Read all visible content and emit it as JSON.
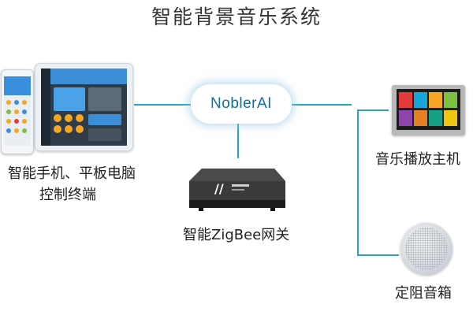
{
  "title": "智能背景音乐系统",
  "hub": {
    "label": "NoblerAI"
  },
  "nodes": {
    "devices": {
      "line1": "智能手机、平板电脑",
      "line2": "控制终端"
    },
    "gateway": {
      "label": "智能ZigBee网关"
    },
    "player": {
      "label": "音乐播放主机"
    },
    "speaker": {
      "label": "定阻音箱"
    }
  },
  "colors": {
    "connector": "#2aa3c7",
    "hub_text": "#0f6f9e",
    "player_tiles": [
      "#e23b3b",
      "#1aa5d8",
      "#f5a623",
      "#7bc043",
      "#8e44ad",
      "#e67e22",
      "#16a085",
      "#f1c40f"
    ]
  }
}
